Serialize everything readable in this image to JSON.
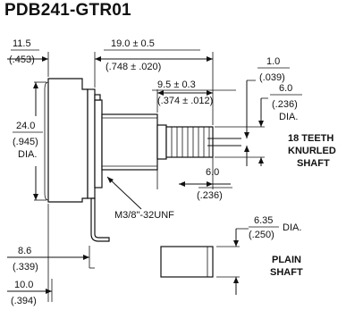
{
  "title": "PDB241-GTR01",
  "dimensions": {
    "d1_mm": "11.5",
    "d1_in": "(.453)",
    "d2_mm": "19.0 ± 0.5",
    "d2_in": "(.748 ± .020)",
    "d3_mm": "9.5 ± 0.3",
    "d3_in": "(.374 ± .012)",
    "d4_mm": "1.0",
    "d4_in": "(.039)",
    "d5_mm": "6.0",
    "d5_in": "(.236)",
    "d5_suffix": "DIA.",
    "d6_mm": "24.0",
    "d6_in": "(.945)",
    "d6_suffix": "DIA.",
    "d7_mm": "6.0",
    "d7_in": "(.236)",
    "d8_mm": "6.35",
    "d8_in": "(.250)",
    "d8_suffix": "DIA.",
    "d9_mm": "8.6",
    "d9_in": "(.339)",
    "d10_mm": "10.0",
    "d10_in": "(.394)"
  },
  "labels": {
    "thread": "M3/8\"-32UNF",
    "knurled_line1": "18 TEETH",
    "knurled_line2": "KNURLED",
    "knurled_line3": "SHAFT",
    "plain_line1": "PLAIN",
    "plain_line2": "SHAFT"
  }
}
